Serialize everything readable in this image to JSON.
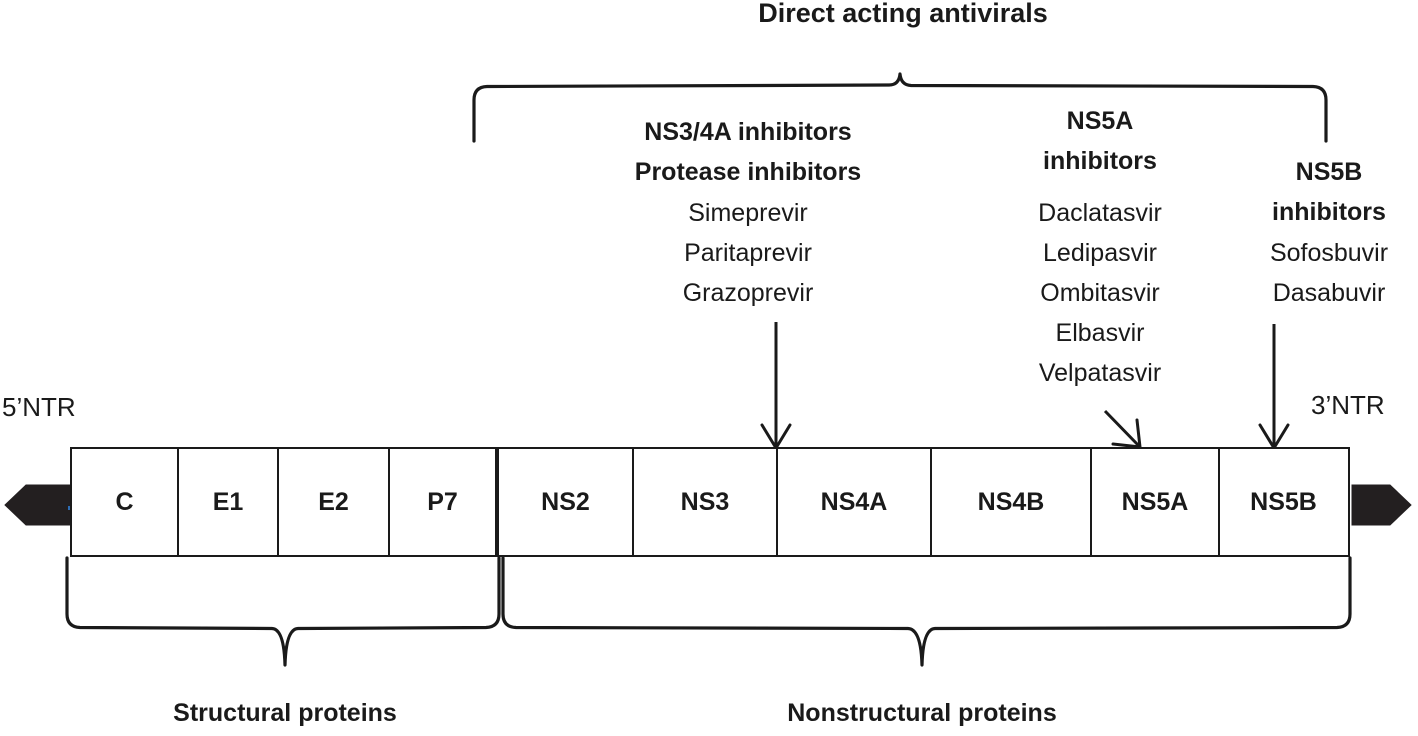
{
  "diagram": {
    "title": "Direct acting antivirals",
    "left_terminus_label": "5’NTR",
    "right_terminus_label": "3’NTR",
    "line_color": "#1a1a1a",
    "accent_color": "#2e6db4",
    "background_color": "#ffffff"
  },
  "drug_groups": [
    {
      "heading_line1": "NS3/4A inhibitors",
      "heading_line2": "Protease inhibitors",
      "drugs": [
        "Simeprevir",
        "Paritaprevir",
        "Grazoprevir"
      ],
      "target_gene": "NS3"
    },
    {
      "heading_line1": "NS5A",
      "heading_line2": "inhibitors",
      "drugs": [
        "Daclatasvir",
        "Ledipasvir",
        "Ombitasvir",
        "Elbasvir",
        "Velpatasvir"
      ],
      "target_gene": "NS5A"
    },
    {
      "heading_line1": "NS5B",
      "heading_line2": "inhibitors",
      "drugs": [
        "Sofosbuvir",
        "Dasabuvir"
      ],
      "target_gene": "NS5B"
    }
  ],
  "genome": {
    "genes": [
      {
        "label": "C",
        "group": "structural"
      },
      {
        "label": "E1",
        "group": "structural"
      },
      {
        "label": "E2",
        "group": "structural"
      },
      {
        "label": "P7",
        "group": "structural"
      },
      {
        "label": "NS2",
        "group": "nonstructural"
      },
      {
        "label": "NS3",
        "group": "nonstructural"
      },
      {
        "label": "NS4A",
        "group": "nonstructural"
      },
      {
        "label": "NS4B",
        "group": "nonstructural"
      },
      {
        "label": "NS5A",
        "group": "nonstructural"
      },
      {
        "label": "NS5B",
        "group": "nonstructural"
      }
    ]
  },
  "bottom_braces": [
    {
      "label": "Structural proteins"
    },
    {
      "label": "Nonstructural proteins"
    }
  ]
}
